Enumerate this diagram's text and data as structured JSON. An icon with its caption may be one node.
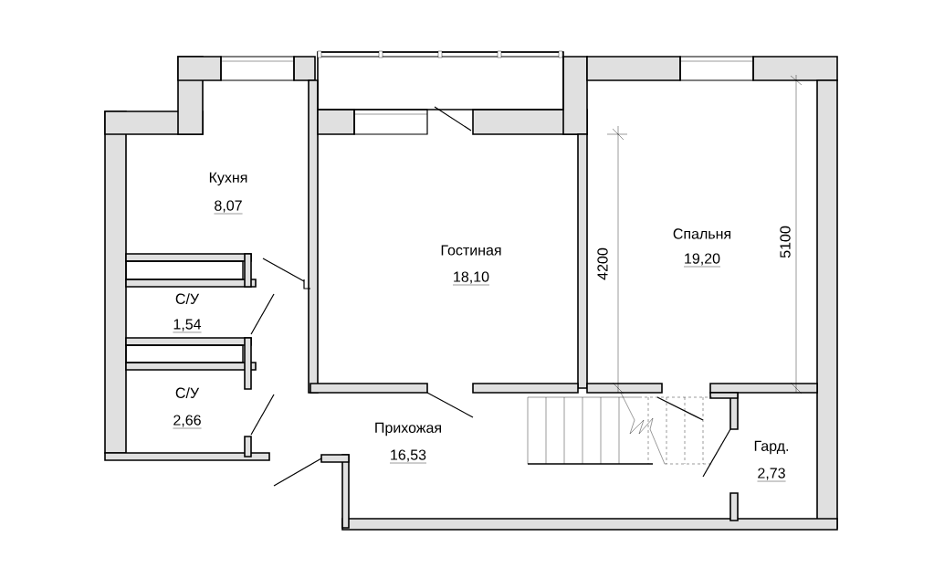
{
  "diagram": {
    "labels": [
      "Кухня",
      "8,07",
      "С/У",
      "1,54",
      "С/У",
      "2,66",
      "Гостиная",
      "18,10",
      "Спальня",
      "19,20",
      "4200",
      "5100",
      "Прихожая",
      "16,53",
      "Гард.",
      "2,73"
    ]
  }
}
